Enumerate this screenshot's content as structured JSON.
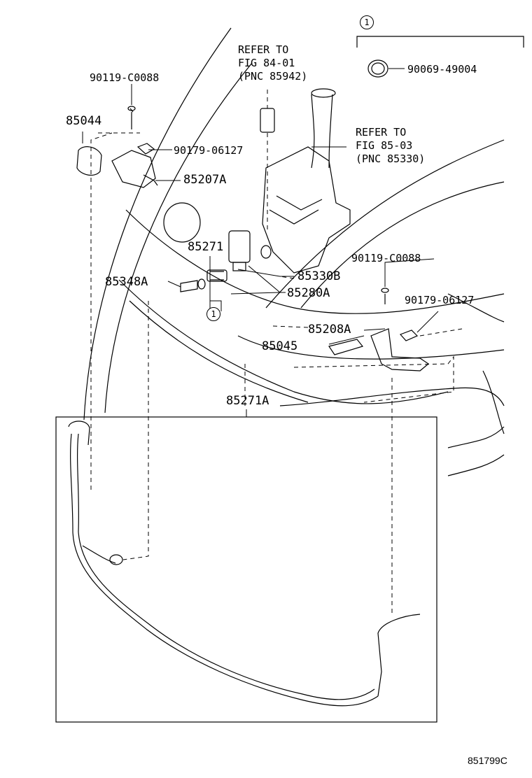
{
  "diagram_id": "851799C",
  "callout_marker": "1",
  "refers": {
    "fig84": [
      "REFER TO",
      "FIG 84-01",
      "(PNC 85942)"
    ],
    "fig85": [
      "REFER TO",
      "FIG 85-03",
      "(PNC 85330)"
    ]
  },
  "parts": {
    "p90069": "90069-49004",
    "p90119_top": "90119-C0088",
    "p85044": "85044",
    "p90179_top": "90179-06127",
    "p85207A": "85207A",
    "p85271": "85271",
    "p85348A": "85348A",
    "p85330B": "85330B",
    "p85280A": "85280A",
    "p90119_right": "90119-C0088",
    "p90179_right": "90179-06127",
    "p85208A": "85208A",
    "p85045": "85045",
    "p85271A": "85271A"
  }
}
